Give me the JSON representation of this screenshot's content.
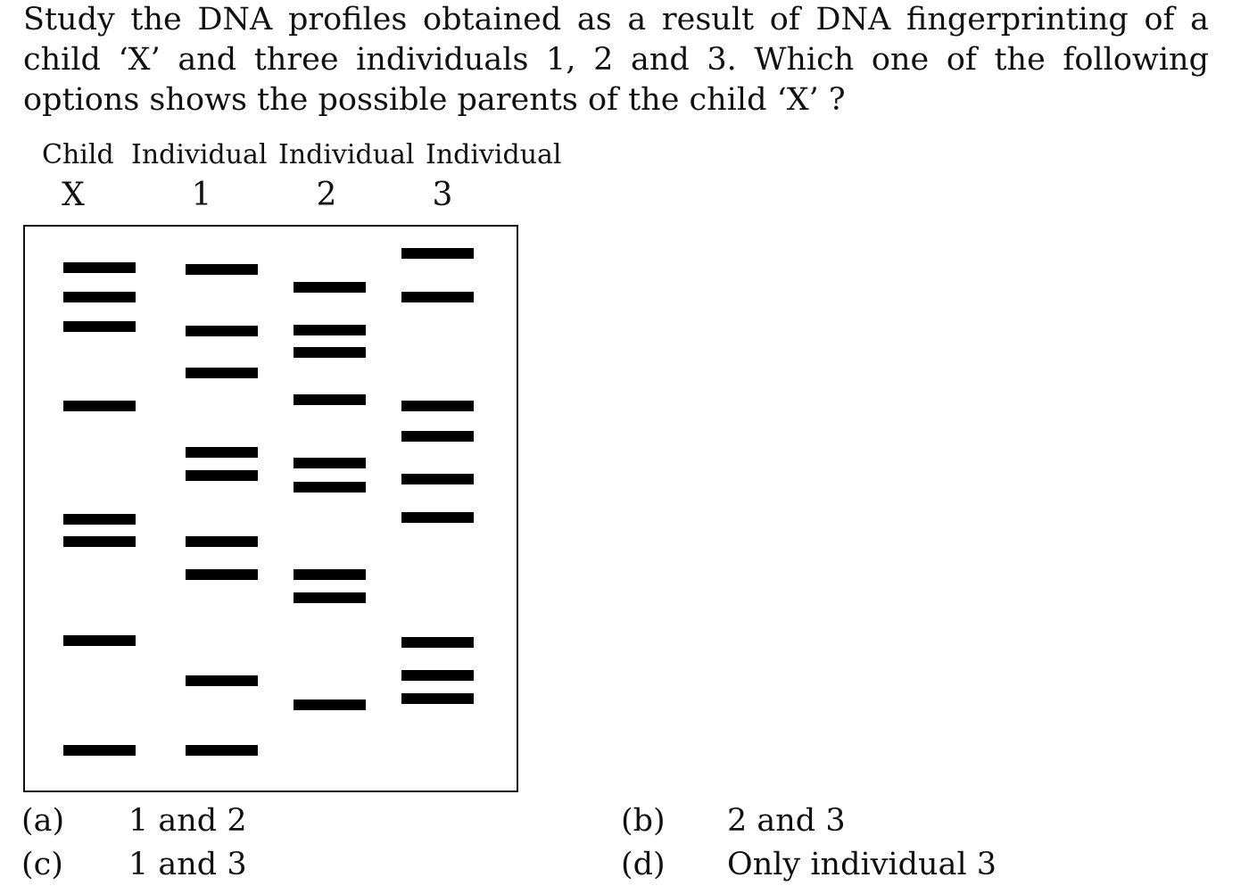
{
  "question": {
    "lines": [
      "Study the DNA profiles obtained as a result of DNA fingerprinting of a",
      "child ‘X’ and three individuals 1, 2 and 3. Which one of the following",
      "options shows the possible parents of the child ‘X’ ?"
    ]
  },
  "lanes": [
    {
      "label": "Child",
      "id": "X"
    },
    {
      "label": "Individual",
      "id": "1"
    },
    {
      "label": "Individual",
      "id": "2"
    },
    {
      "label": "Individual",
      "id": "3"
    }
  ],
  "options": [
    {
      "key": "(a)",
      "text": "1 and 2"
    },
    {
      "key": "(b)",
      "text": "2 and 3"
    },
    {
      "key": "(c)",
      "text": "1 and 3"
    },
    {
      "key": "(d)",
      "text": "Only individual 3"
    }
  ]
}
